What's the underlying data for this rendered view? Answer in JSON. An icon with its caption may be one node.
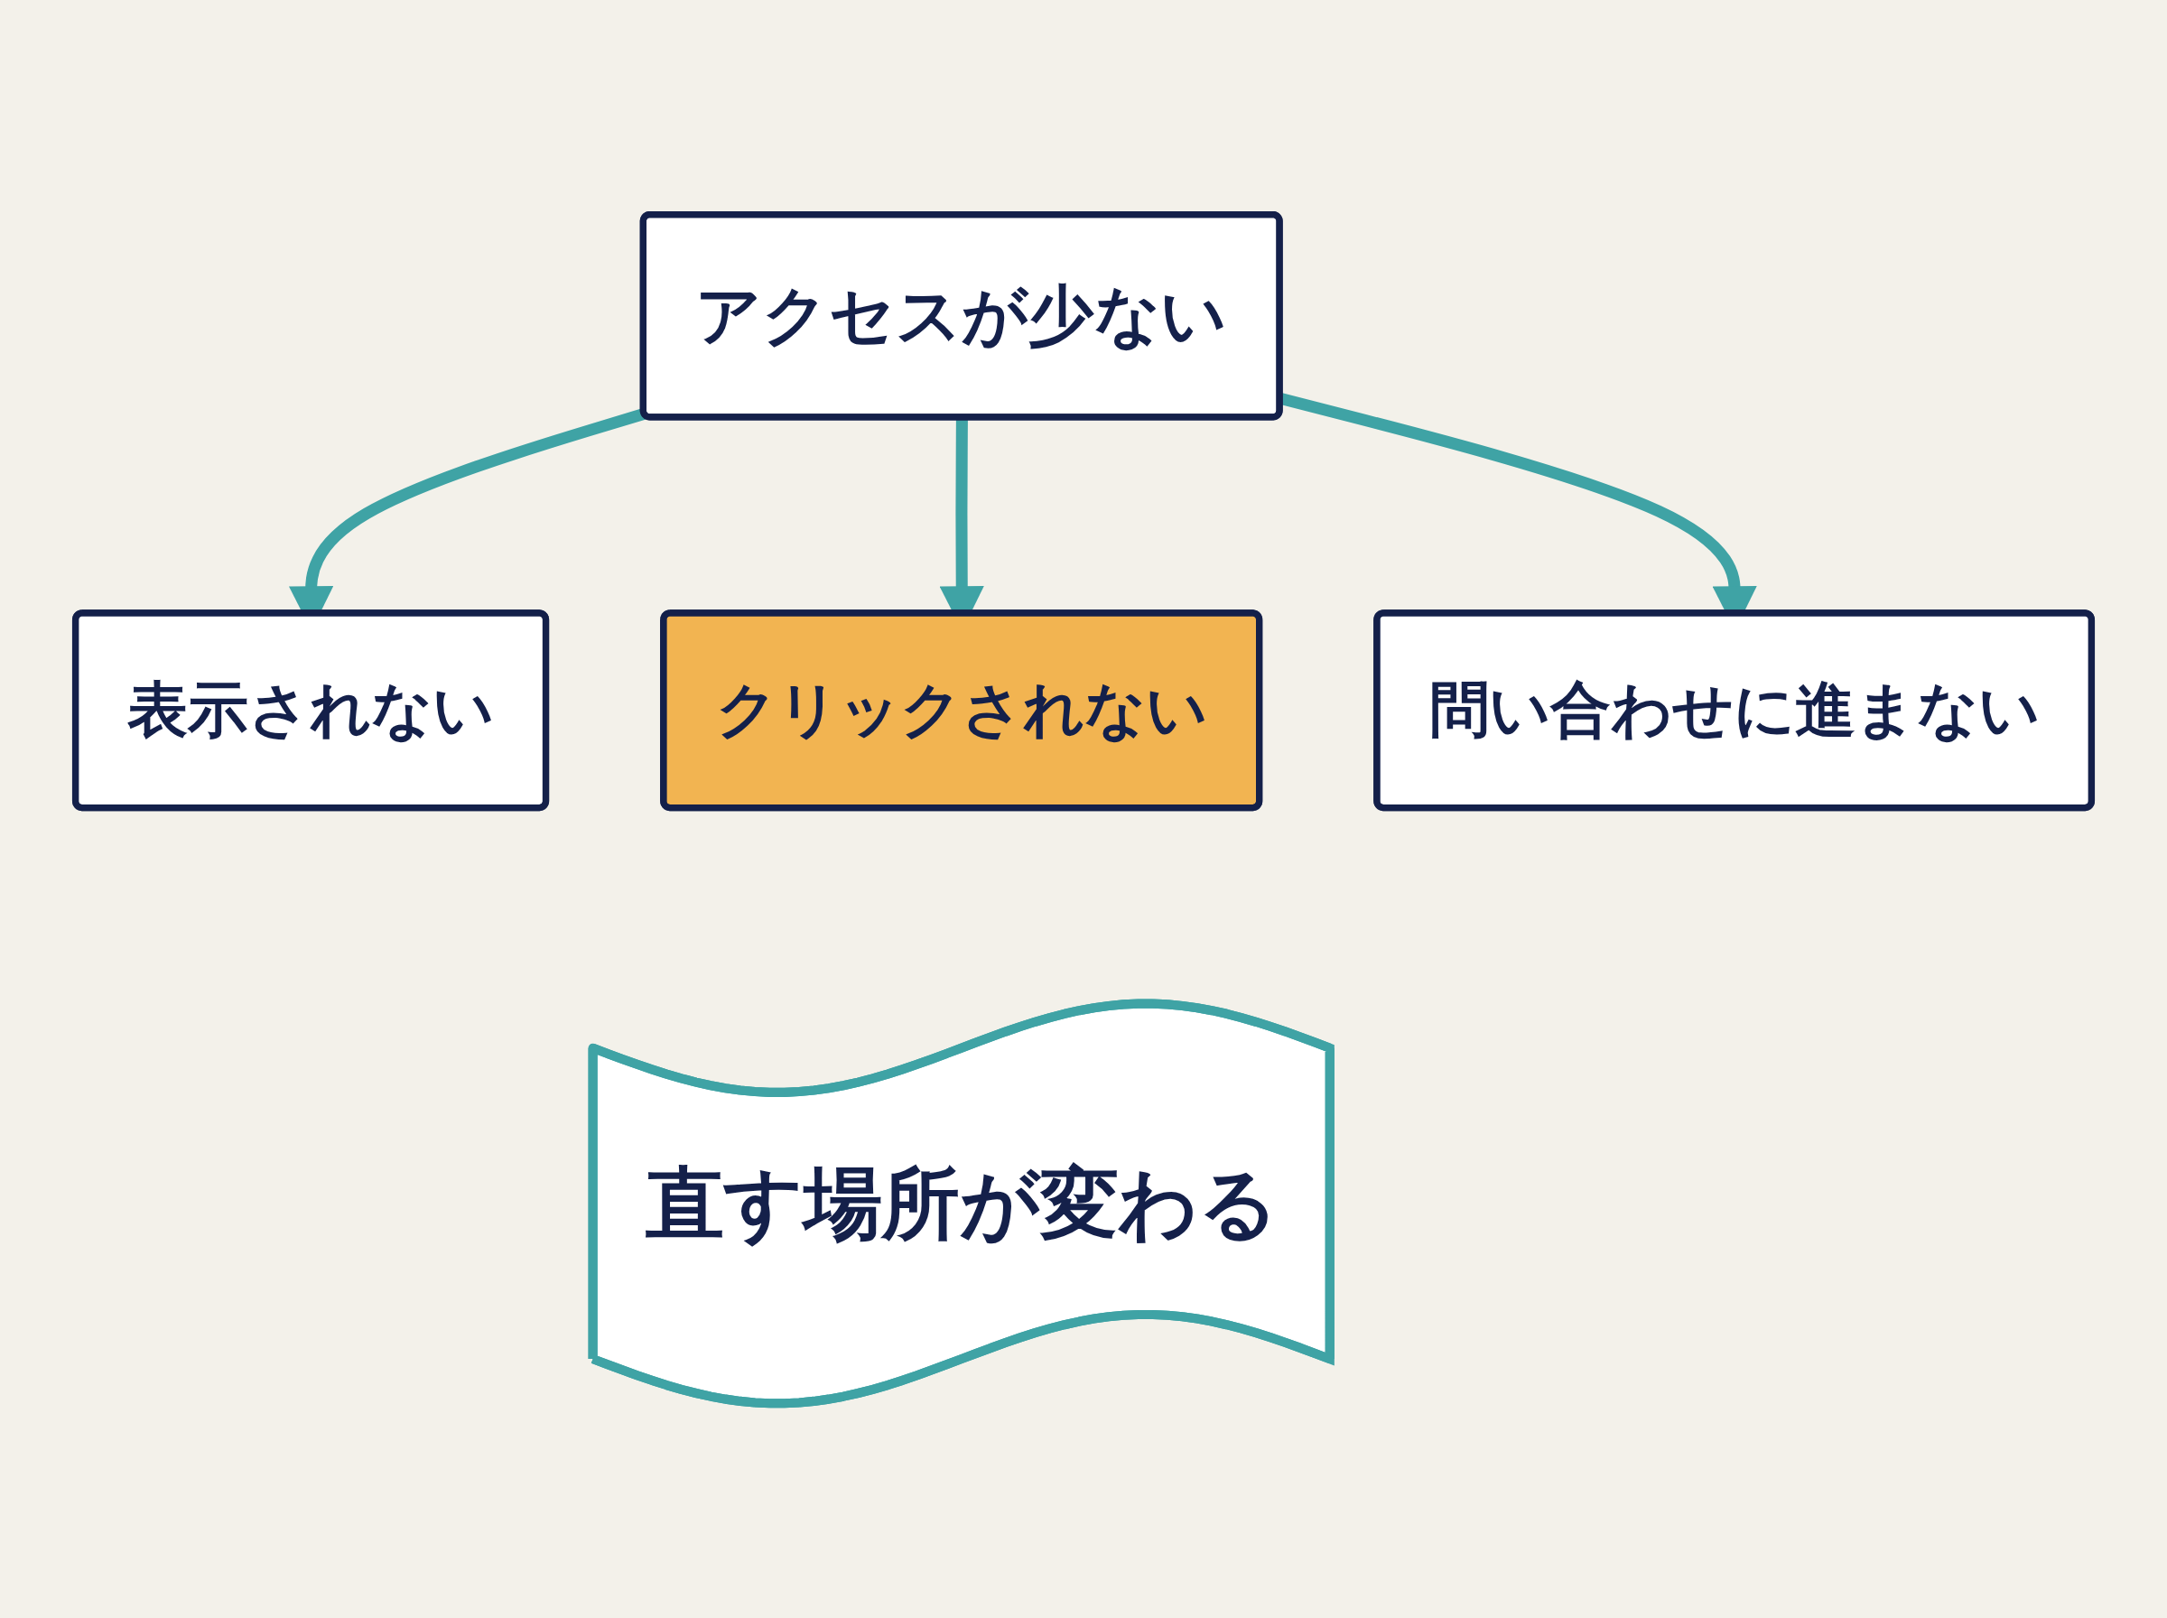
{
  "diagram": {
    "nodes": [
      {
        "text": [
          "アクセスが少ない"
        ]
      },
      {
        "text": [
          "表示されない"
        ]
      },
      {
        "text": [
          "クリックされない"
        ]
      },
      {
        "text": [
          "問い合わせに進まない"
        ]
      },
      {
        "text": [
          "直す場所が変わる"
        ]
      }
    ],
    "edges": [
      {
        "from": 0,
        "to": 1,
        "arrow": "to"
      },
      {
        "from": 0,
        "to": 2,
        "arrow": "to"
      },
      {
        "from": 0,
        "to": 3,
        "arrow": "to"
      }
    ]
  }
}
